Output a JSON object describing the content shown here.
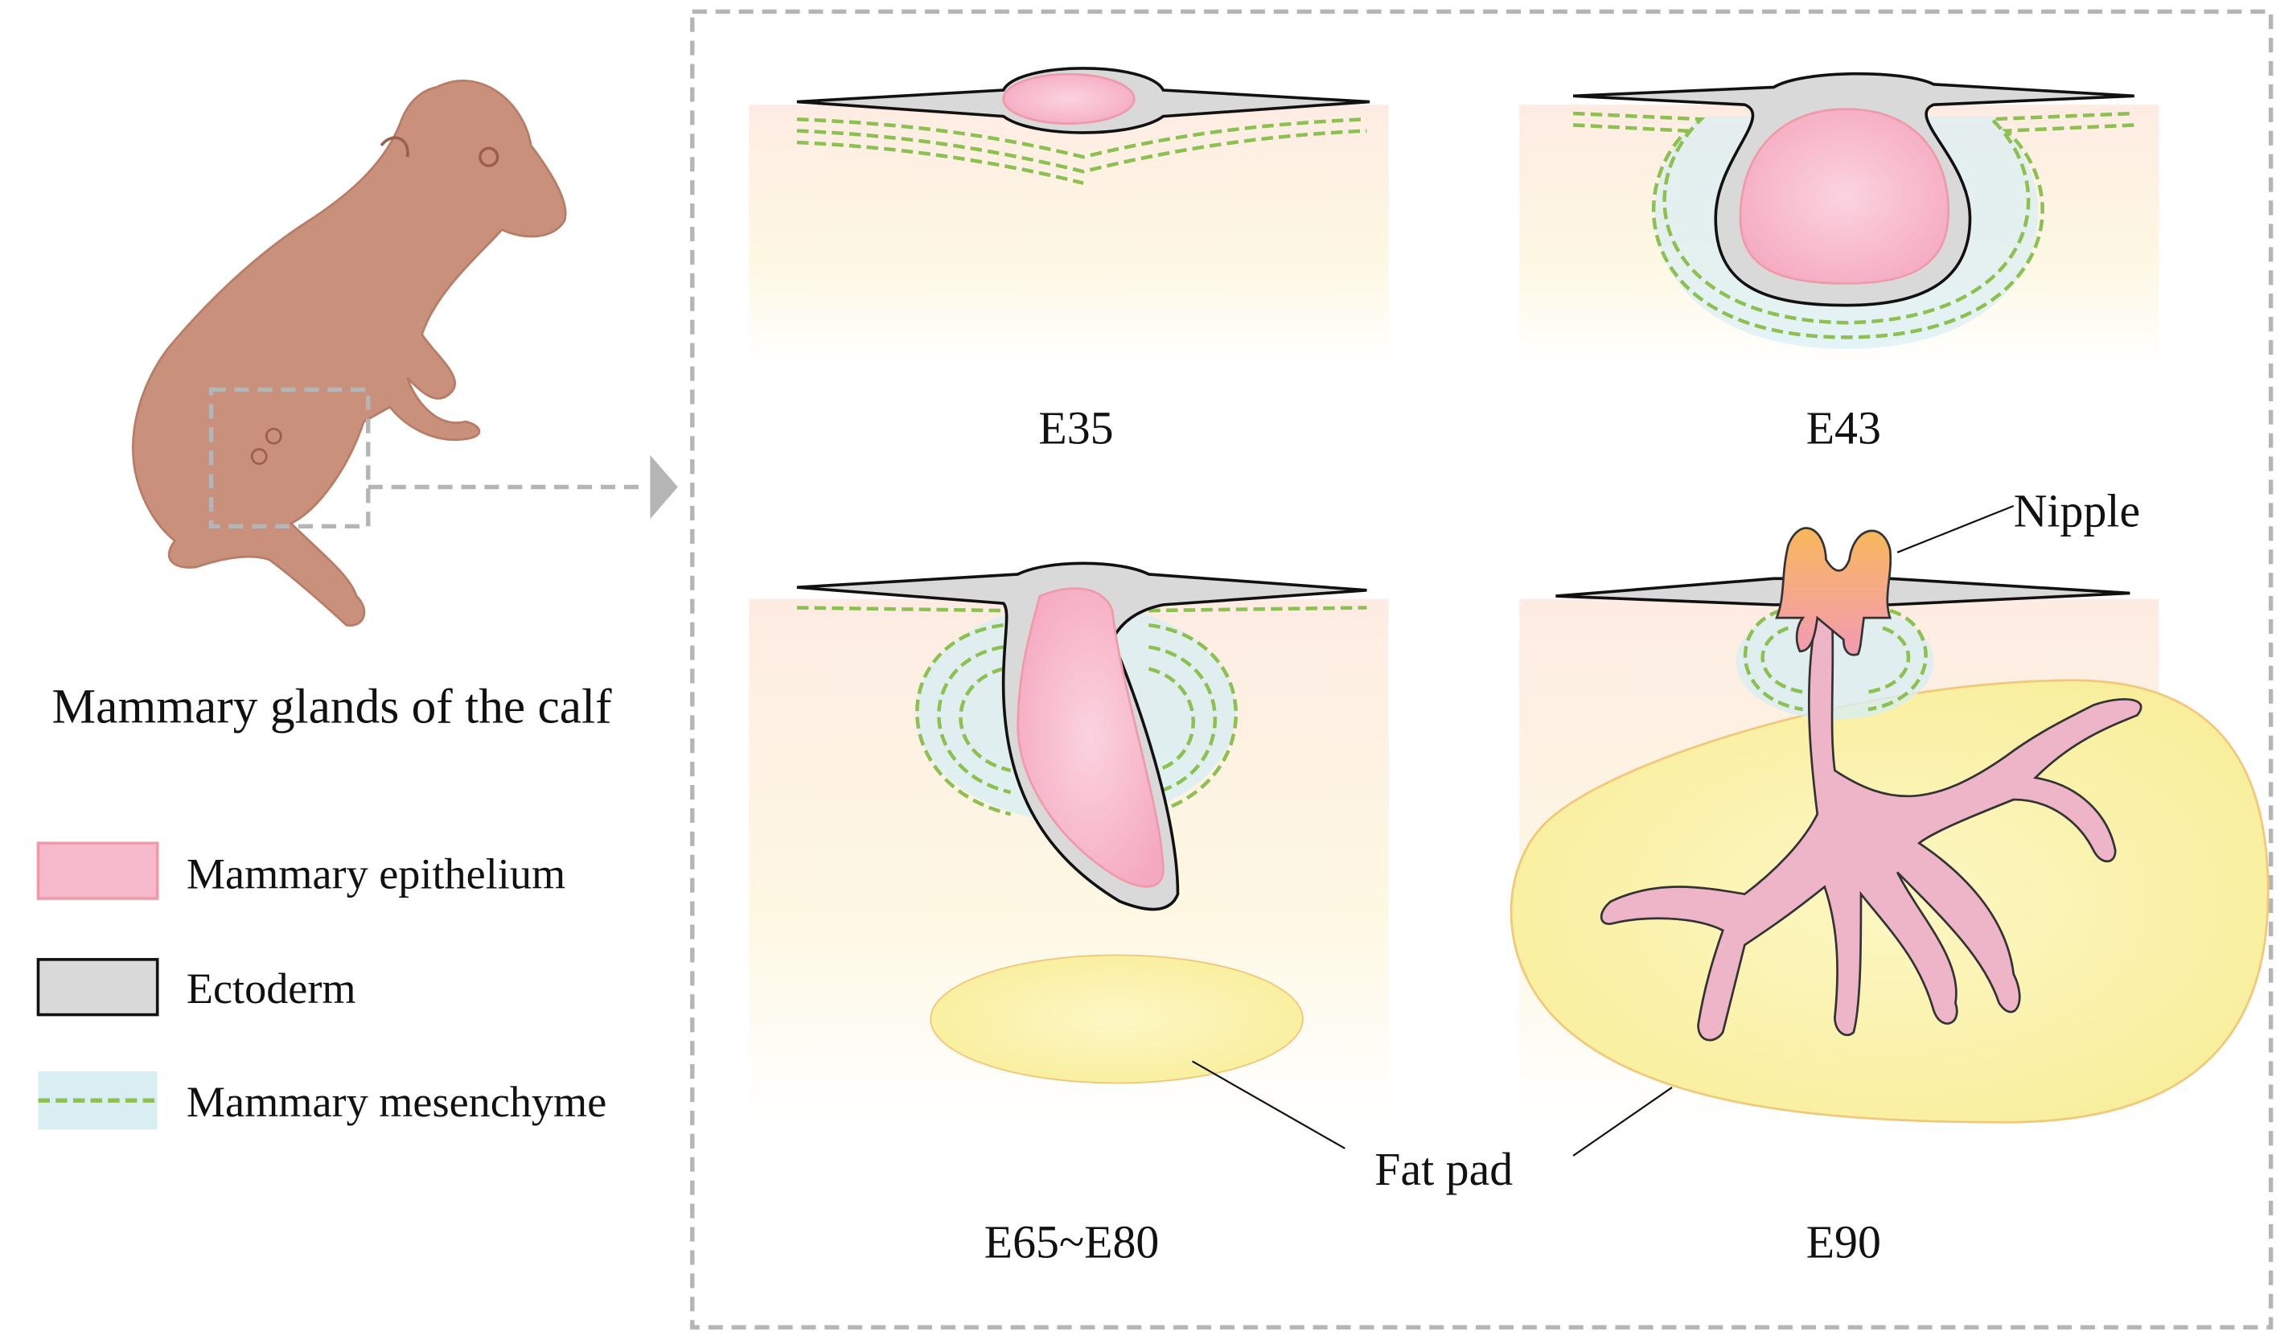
{
  "title": "Mammary glands of the calf",
  "legend": [
    {
      "label": "Mammary epithelium",
      "color": "#f7b9cc"
    },
    {
      "label": "Ectoderm",
      "color": "#d9d9d9"
    },
    {
      "label": "Mammary mesenchyme",
      "color": "#cfe9ef"
    }
  ],
  "stages": {
    "e35": "E35",
    "e43": "E43",
    "e65": "E65~E80",
    "e90": "E90"
  },
  "annotations": {
    "nipple": "Nipple",
    "fat_pad": "Fat pad"
  },
  "colors": {
    "epithelium": "#f7b9cc",
    "ectoderm": "#d9d9d9",
    "mesenchyme_line": "#8cc152",
    "fat_pad": "#fbf4b0",
    "calf": "#c9917c"
  }
}
